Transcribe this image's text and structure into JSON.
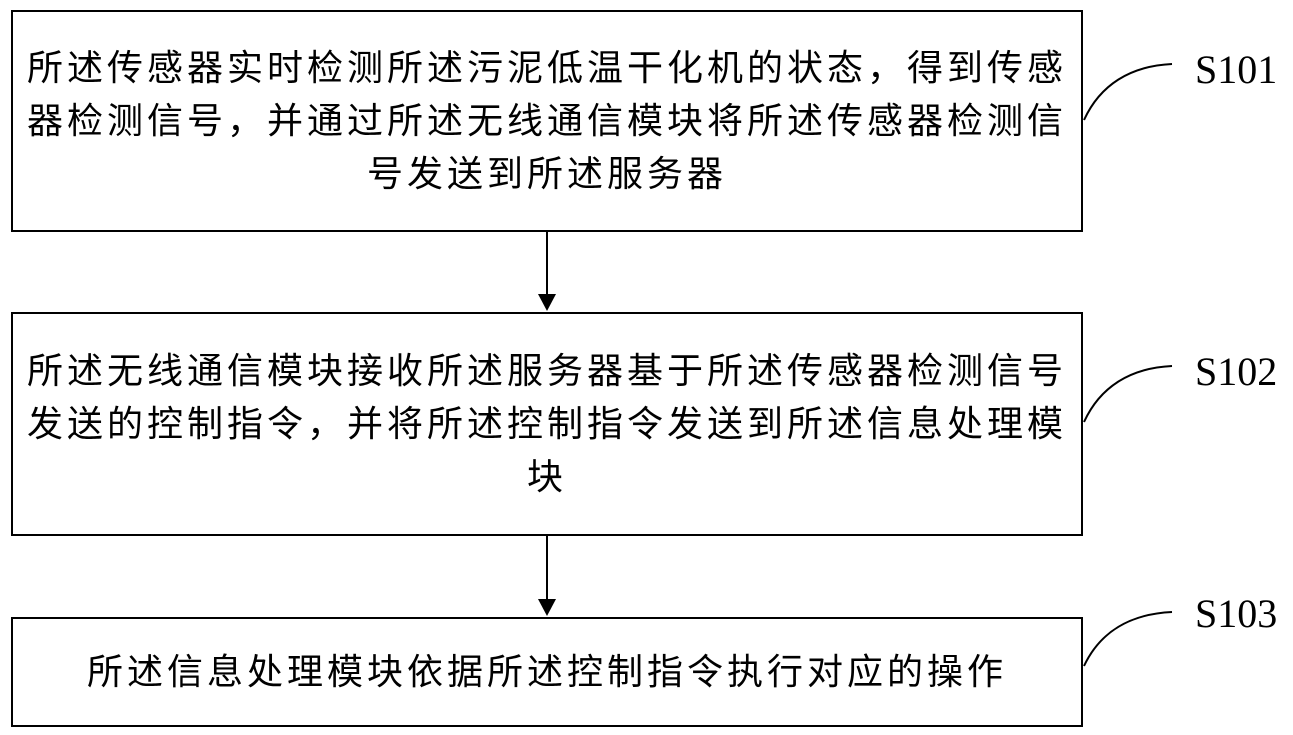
{
  "steps": [
    {
      "label": "S101",
      "text": "所述传感器实时检测所述污泥低温干化机的状态，得到传感器检测信号，并通过所述无线通信模块将所述传感器检测信号发送到所述服务器"
    },
    {
      "label": "S102",
      "text": "所述无线通信模块接收所述服务器基于所述传感器检测信号发送的控制指令，并将所述控制指令发送到所述信息处理模块"
    },
    {
      "label": "S103",
      "text": "所述信息处理模块依据所述控制指令执行对应的操作"
    }
  ],
  "colors": {
    "stroke": "#000000",
    "background": "#ffffff"
  }
}
